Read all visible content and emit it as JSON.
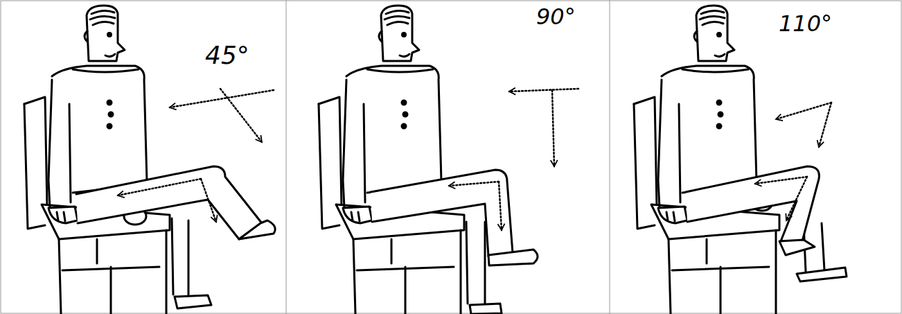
{
  "diagram": {
    "labels": [
      "45°",
      "90°",
      "110°"
    ]
  }
}
